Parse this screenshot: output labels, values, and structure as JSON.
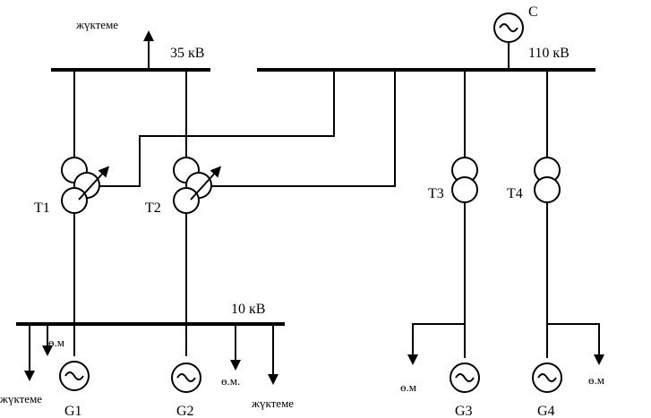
{
  "diagram": {
    "buses": {
      "b35": "35 кВ",
      "b110": "110 кВ",
      "b10": "10 кВ"
    },
    "source": "C",
    "transformers": {
      "t1": "T1",
      "t2": "T2",
      "t3": "T3",
      "t4": "T4"
    },
    "generators": {
      "g1": "G1",
      "g2": "G2",
      "g3": "G3",
      "g4": "G4"
    },
    "loads": {
      "top": "жүктеме",
      "left": "жүктеме",
      "right": "жүктеме",
      "om1": "ө.м",
      "om2": "ө.м.",
      "om3": "ө.м",
      "om4": "ө.м"
    }
  }
}
